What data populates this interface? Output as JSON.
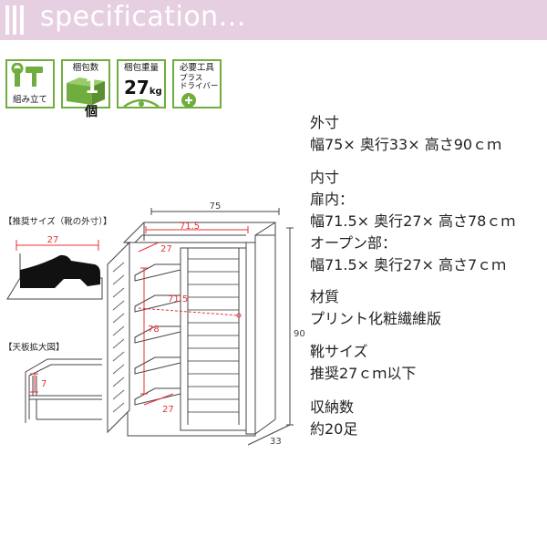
{
  "header": {
    "title": "specification..."
  },
  "icons": [
    {
      "label": "組み立て",
      "icon": "tools-icon"
    },
    {
      "label": "梱包数",
      "value": "1",
      "unit": "個",
      "icon": "box-icon"
    },
    {
      "label": "梱包重量",
      "value": "27",
      "unit": "kg",
      "icon": "scale-icon"
    },
    {
      "label": "必要工具",
      "sub1": "プラス",
      "sub2": "ドライバー",
      "icon": "screwdriver-icon"
    }
  ],
  "specs": {
    "outer_heading": "外寸",
    "outer_value": "幅75× 奥行33× 高さ90ｃｍ",
    "inner_heading": "内寸",
    "door_inner_label": "扉内：",
    "door_inner_value": "幅71.5× 奥行27× 高さ78ｃｍ",
    "open_label": "オープン部：",
    "open_value": "幅71.5× 奥行27× 高さ7ｃｍ",
    "material_heading": "材質",
    "material_value": "プリント化粧繊維版",
    "shoe_heading": "靴サイズ",
    "shoe_value": "推奨27ｃｍ以下",
    "capacity_heading": "収納数",
    "capacity_value": "約20足"
  },
  "diagram": {
    "shoe_box_title": "【推奨サイズ（靴の外寸）】",
    "shoe_dim": "27",
    "top_box_title": "【天板拡大図】",
    "top_dim": "7",
    "dim_width": "75",
    "dim_inner_width": "71.5",
    "dim_inner_depth_top": "27",
    "dim_inner_width_mid": "71.5",
    "dim_inner_height": "78",
    "dim_inner_depth_bottom": "27",
    "dim_height": "90",
    "dim_depth": "33"
  },
  "colors": {
    "header_bg": "#e7cfe2",
    "icon_border": "#6fae3e",
    "dim_red": "#e8303a",
    "line": "#444444"
  }
}
